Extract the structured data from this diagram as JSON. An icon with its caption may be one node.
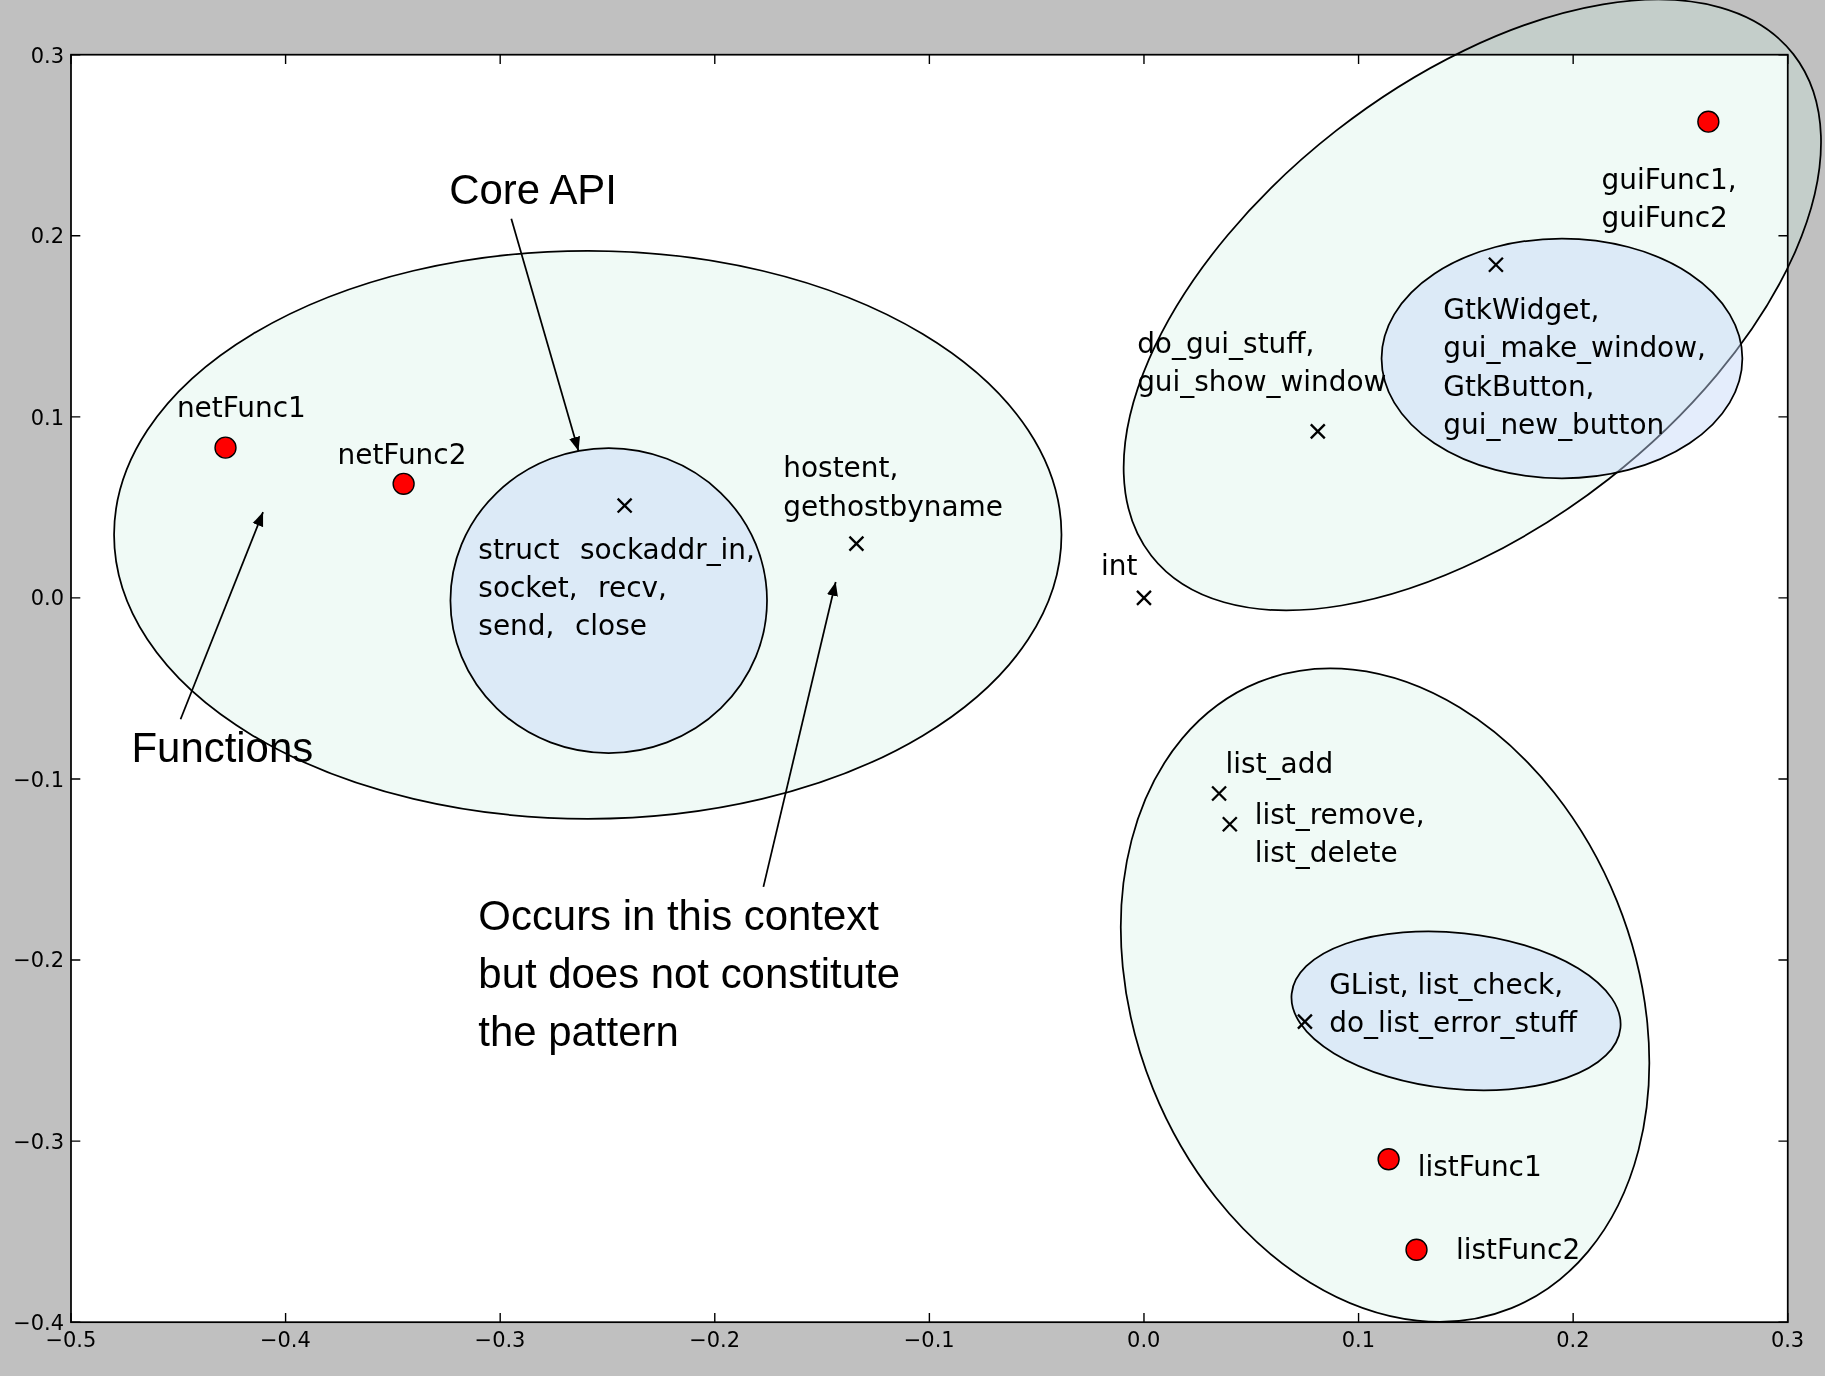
{
  "diagram": {
    "nodes": [
      {
        "text": [],
        "shape": "ellipse"
      },
      {
        "text": [
          "struct sockaddr_in, socket, recv, send, close"
        ],
        "in": 0
      },
      {
        "text": [],
        "shape": "ellipse"
      },
      {
        "text": [
          "GtkWidget, gui_make_window, GtkButton, gui_new_button"
        ],
        "in": 2
      },
      {
        "text": [],
        "shape": "ellipse"
      },
      {
        "text": [
          "GList, list_check, do_list_error_stuff"
        ],
        "in": 4
      },
      {
        "text": [
          "Core API"
        ]
      },
      {
        "text": [
          "Functions"
        ]
      },
      {
        "text": [
          "Occurs in this context but does not constitute the pattern"
        ]
      }
    ],
    "edges": [
      {
        "from": 6,
        "to": 1,
        "arrow": "to"
      },
      {
        "from": 7,
        "to": null,
        "arrow": "to"
      },
      {
        "from": 8,
        "to": null,
        "arrow": "to"
      }
    ],
    "labels": [
      "guiFunc1, guiFunc2",
      "do_gui_stuff, gui_show_window",
      "netFunc1",
      "netFunc2",
      "hostent, gethostbyname",
      "int",
      "list_add",
      "list_remove, list_delete",
      "listFunc1",
      "listFunc2"
    ],
    "chart_data": {
      "type": "scatter",
      "xlim": [
        -0.5,
        0.3
      ],
      "ylim": [
        -0.4,
        0.3
      ],
      "xticks": [
        {
          "value": -0.5,
          "label": "−0.5"
        },
        {
          "value": -0.4,
          "label": "−0.4"
        },
        {
          "value": -0.3,
          "label": "−0.3"
        },
        {
          "value": -0.2,
          "label": "−0.2"
        },
        {
          "value": -0.1,
          "label": "−0.1"
        },
        {
          "value": 0,
          "label": "0.0"
        },
        {
          "value": 0.1,
          "label": "0.1"
        },
        {
          "value": 0.2,
          "label": "0.2"
        },
        {
          "value": 0.3,
          "label": "0.3"
        }
      ],
      "yticks": [
        {
          "value": -0.4,
          "label": "−0.4"
        },
        {
          "value": -0.3,
          "label": "−0.3"
        },
        {
          "value": -0.2,
          "label": "−0.2"
        },
        {
          "value": -0.1,
          "label": "−0.1"
        },
        {
          "value": 0,
          "label": "0.0"
        },
        {
          "value": 0.1,
          "label": "0.1"
        },
        {
          "value": 0.2,
          "label": "0.2"
        },
        {
          "value": 0.3,
          "label": "0.3"
        }
      ],
      "series": [
        {
          "color": "#ff0000",
          "x": [
            -0.428,
            -0.345,
            0.263,
            0.114,
            0.127
          ],
          "values": [
            0.083,
            0.063,
            0.263,
            -0.31,
            -0.36
          ]
        },
        {
          "color": "#000000",
          "x": [
            -0.242,
            -0.134,
            0,
            0.081,
            0.164,
            0.035,
            0.04,
            0.075
          ],
          "values": [
            0.051,
            0.03,
            0,
            0.092,
            0.184,
            -0.108,
            -0.125,
            -0.234
          ]
        }
      ]
    }
  }
}
